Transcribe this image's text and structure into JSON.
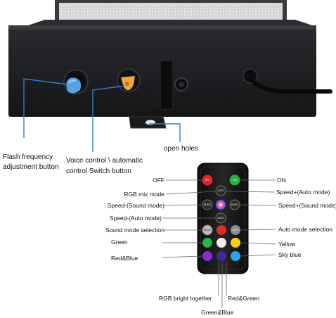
{
  "device_labels": {
    "flash_line1": "Flash frequency",
    "flash_line2": "adjustment button",
    "voice_line1": "Voice control \\ automatic",
    "voice_line2": "control Switch button",
    "open_holes": "open holes"
  },
  "remote": {
    "left_labels": {
      "off": "OFF",
      "rgb_mix": "RGB mix mode",
      "speed_minus_sound": "Speed-(Sound mode)",
      "speed_minus_auto": "Speed-(Auto mode)",
      "sound_mode": "Sound mode selection",
      "green": "Green",
      "red_blue": "Red&Blue"
    },
    "right_labels": {
      "on": "ON",
      "speed_plus_auto": "Speed+(Auto mode)",
      "speed_plus_sound": "Speed+(Sound mode)",
      "auto_mode": "Auto mode selection",
      "yellow": "Yellow",
      "sky_blue": "Sky blue"
    },
    "bottom_labels": {
      "rgb_bright": "RGB bright together",
      "red_green": "Red&Green",
      "green_blue": "Green&Blue"
    },
    "button_text": {
      "off": "OFF",
      "on": "ON",
      "auto_up": "AUTO",
      "sound_minus": "MUSIC",
      "sound_plus": "MUSIC",
      "auto_down": "AUTO",
      "sound_sel": "MUSIC",
      "auto_sel": "AUTO"
    }
  },
  "colors": {
    "device_body": "#1e1f22",
    "knob_blue": "#5aa0e6",
    "knob_yellow": "#f0a63a",
    "callout_line": "#2f7fd6",
    "remote_body": "#1a1a1a",
    "btn_red": "#e02a2a",
    "btn_green": "#27b24a",
    "btn_yellow": "#f2d21b",
    "btn_purple": "#8a2bd6",
    "btn_skyblue": "#2aa6e6",
    "btn_white": "#ececec",
    "btn_gray": "#8c8c8c"
  }
}
